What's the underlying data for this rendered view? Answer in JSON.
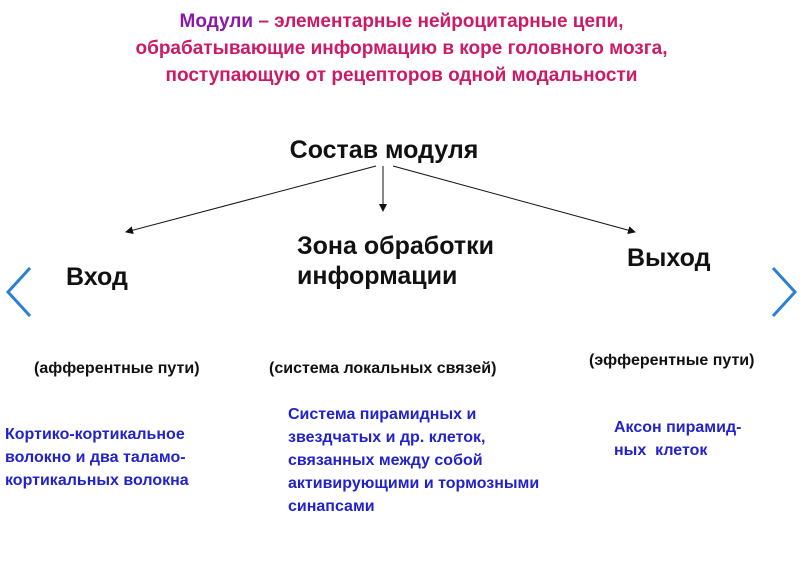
{
  "title": {
    "line1_lead": "Модули",
    "line1_rest": " – элементарные нейроцитарные цепи,",
    "line2": "обрабатывающие информацию в коре головного мозга,",
    "line3": "поступающую от рецепторов одной модальности"
  },
  "root": {
    "label": "Состав модуля"
  },
  "columns": [
    {
      "heading": "Вход",
      "subheading": "(афферентные пути)",
      "details": [
        "Кортико-кортикальное",
        "волокно и два таламо-",
        "кортикальных волокна"
      ]
    },
    {
      "heading_lines": [
        "Зона обработки",
        "информации"
      ],
      "subheading": "(система локальных связей)",
      "details": [
        "Система пирамидных и",
        "звездчатых и др. клеток,",
        "связанных между собой",
        "активирующими и тормозными",
        "синапсами"
      ]
    },
    {
      "heading": "Выход",
      "subheading": "(эфферентные пути)",
      "details": [
        "Аксон пирамид-",
        "ных  клеток"
      ]
    }
  ],
  "nav": {
    "prev_icon": "chevron-left-icon",
    "next_icon": "chevron-right-icon",
    "color": "#2b7fd9"
  },
  "colors": {
    "title_lead": "#8a1aa6",
    "title": "#cc1a66",
    "detail_text": "#2222cc",
    "heading_text": "#111111"
  }
}
